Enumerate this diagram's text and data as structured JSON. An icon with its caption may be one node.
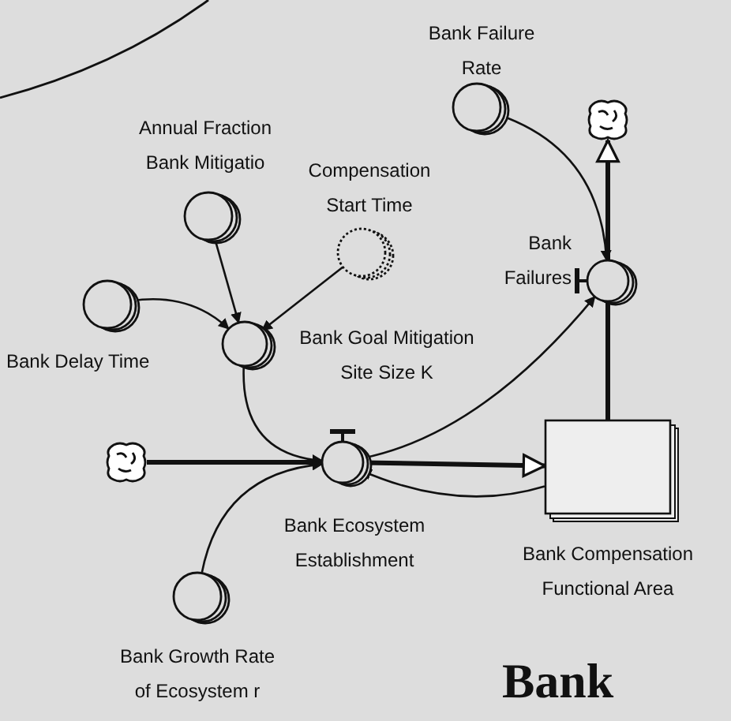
{
  "diagram": {
    "title": "Bank",
    "nodes": [
      {
        "text": [
          "Bank Failure Rate"
        ]
      },
      {
        "text": [],
        "shape": "cloud"
      },
      {
        "text": [
          "Annual Fraction Bank Mitigatio"
        ]
      },
      {
        "text": [
          "Compensation Start Time"
        ]
      },
      {
        "text": [
          "Bank Failures"
        ]
      },
      {
        "text": [
          "Bank Delay Time"
        ]
      },
      {
        "text": [
          "Bank Goal Mitigation Site Size K"
        ]
      },
      {
        "text": [],
        "shape": "cloud"
      },
      {
        "text": [
          "Bank Ecosystem Establishment"
        ]
      },
      {
        "text": [
          "Bank Compensation Functional Area"
        ]
      },
      {
        "text": [
          "Bank Growth Rate of Ecosystem r"
        ]
      }
    ],
    "edges": [
      {
        "from": 0,
        "to": 4,
        "arrow": "to"
      },
      {
        "from": 9,
        "to": 4,
        "arrow": "none",
        "style": "thick"
      },
      {
        "from": 4,
        "to": 1,
        "arrow": "to",
        "style": "thick"
      },
      {
        "from": 2,
        "to": 6,
        "arrow": "to"
      },
      {
        "from": 3,
        "to": 6,
        "arrow": "to"
      },
      {
        "from": 5,
        "to": 6,
        "arrow": "to"
      },
      {
        "from": 6,
        "to": 8,
        "arrow": "to"
      },
      {
        "from": 7,
        "to": 8,
        "arrow": "none",
        "style": "thick"
      },
      {
        "from": 8,
        "to": 9,
        "arrow": "to",
        "style": "thick"
      },
      {
        "from": 10,
        "to": 8,
        "arrow": "to"
      },
      {
        "from": 8,
        "to": 4,
        "arrow": "to"
      },
      {
        "from": 9,
        "to": 8,
        "arrow": "to"
      }
    ]
  }
}
